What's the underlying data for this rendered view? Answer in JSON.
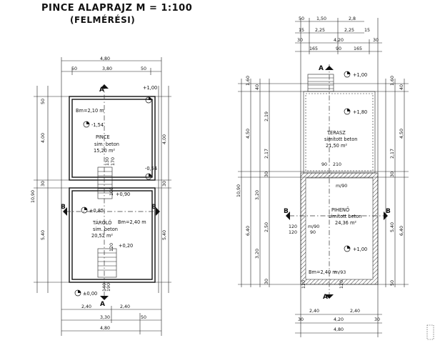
{
  "header": {
    "title": "PINCE ALAPRAJZ M = 1:100",
    "subtitle": "(FELMÉRÉSI)"
  },
  "left_plan": {
    "dims_top": [
      "4,80",
      "50",
      "3,80",
      "50"
    ],
    "dims_bottom": [
      "2,40",
      "2,40",
      "3,30",
      "50",
      "4,80"
    ],
    "dims_left": [
      "50",
      "4,00",
      "30",
      "10,90",
      "5,40"
    ],
    "dims_right": [
      "4,00",
      "30",
      "5,40"
    ],
    "room_pince": {
      "name": "PINCE",
      "floor": "sim. beton",
      "area": "15,20 m²",
      "level": "-1,54",
      "height": "Bm=2,10 m"
    },
    "room_tarolo": {
      "name": "TÁROLÓ",
      "floor": "sim. beton",
      "area": "20,52 m²",
      "level": "±0,85",
      "height": "Bm=2,40 m"
    },
    "levels": [
      "+1,00",
      "-0,54",
      "+0,90",
      "+0,20",
      "±0,00"
    ],
    "stair_labels": [
      "130",
      "170",
      "100",
      "120",
      "140",
      "190"
    ],
    "section_a_top": "A",
    "section_a_bottom": "A",
    "section_b_left": "B",
    "section_b_right": "B"
  },
  "right_plan": {
    "dims_top": [
      "50",
      "1,50",
      "2,8",
      "15",
      "2,25",
      "2,25",
      "15",
      "30",
      "4,20",
      "30",
      "165",
      "90",
      "165"
    ],
    "dims_bottom": [
      "2,40",
      "2,40",
      "30",
      "4,20",
      "30",
      "4,80"
    ],
    "dims_left": [
      "1,60",
      "40",
      "4,50",
      "2,19",
      "2,17",
      "30",
      "10,90",
      "6,40",
      "3,20",
      "2,50",
      "3,20",
      "30"
    ],
    "dims_right": [
      "1,60",
      "40",
      "4,50",
      "2,17",
      "30",
      "6,40",
      "5,40",
      "50"
    ],
    "room_terasz": {
      "name": "TERASZ",
      "floor": "simított beton",
      "area": "21,50 m²",
      "level": "+1,80"
    },
    "room_piheno": {
      "name": "PIHENŐ",
      "floor": "simított beton",
      "area": "24,36 m²",
      "level": "+1,00",
      "height": "Bm=2,40 m"
    },
    "openings": [
      "90",
      "210",
      "m/90",
      "120",
      "120",
      "90",
      "m/90",
      "120",
      "m/93",
      "120"
    ],
    "levels": [
      "+1,00",
      "+1,80",
      "+1,00"
    ],
    "section_a_top": "A",
    "section_a_bottom": "A",
    "section_b_left": "B",
    "section_b_right": "B"
  }
}
